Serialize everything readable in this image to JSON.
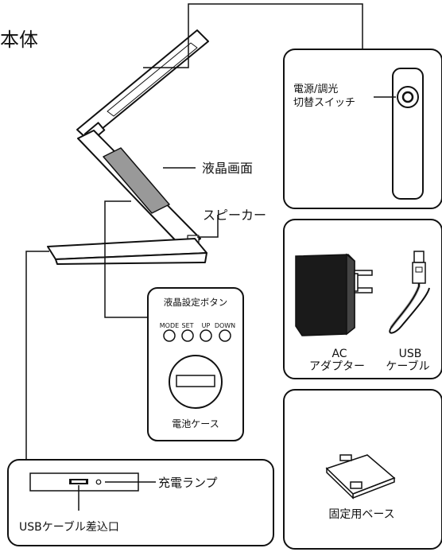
{
  "title": "本体",
  "labels": {
    "power_switch_line1": "電源/調光",
    "power_switch_line2": "切替スイッチ",
    "lcd_screen": "液晶画面",
    "speaker": "スピーカー",
    "lcd_buttons_title": "液晶設定ボタン",
    "battery_case": "電池ケース",
    "charge_lamp": "充電ランプ",
    "usb_port": "USBケーブル差込口",
    "ac_line1": "AC",
    "ac_line2": "アダプター",
    "usb_cable_line1": "USB",
    "usb_cable_line2": "ケーブル",
    "base": "固定用ベース"
  },
  "buttons": [
    "MODE",
    "SET",
    "UP",
    "DOWN"
  ]
}
